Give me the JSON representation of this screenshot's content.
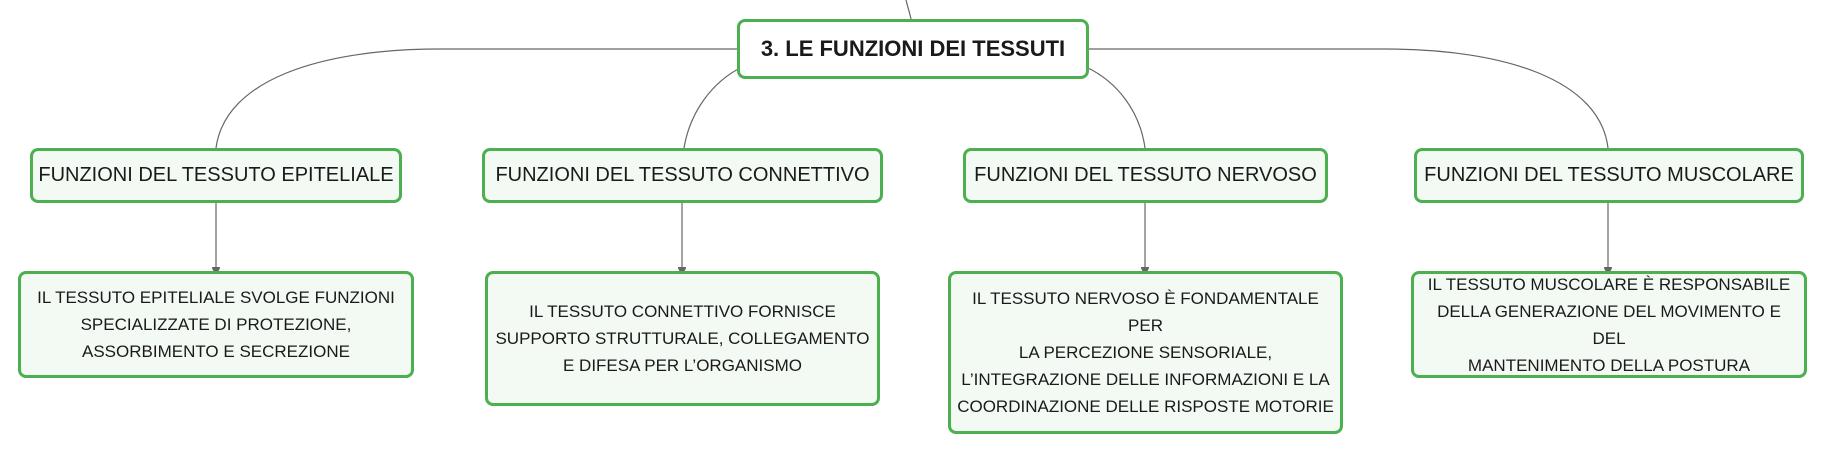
{
  "diagram": {
    "root": {
      "label": "3. LE FUNZIONI DEI TESSUTI"
    },
    "branches": [
      {
        "title": "FUNZIONI DEL TESSUTO EPITELIALE",
        "detail": [
          "IL TESSUTO EPITELIALE SVOLGE FUNZIONI",
          "SPECIALIZZATE DI PROTEZIONE,",
          "ASSORBIMENTO E SECREZIONE"
        ]
      },
      {
        "title": "FUNZIONI DEL TESSUTO CONNETTIVO",
        "detail": [
          "IL TESSUTO CONNETTIVO FORNISCE",
          "SUPPORTO STRUTTURALE, COLLEGAMENTO",
          "E DIFESA PER L’ORGANISMO"
        ]
      },
      {
        "title": "FUNZIONI DEL TESSUTO NERVOSO",
        "detail": [
          "IL TESSUTO NERVOSO È FONDAMENTALE PER",
          "LA PERCEZIONE SENSORIALE,",
          "L’INTEGRAZIONE DELLE INFORMAZIONI E LA",
          "COORDINAZIONE DELLE RISPOSTE MOTORIE"
        ]
      },
      {
        "title": "FUNZIONI DEL TESSUTO MUSCOLARE",
        "detail": [
          "IL TESSUTO MUSCOLARE È RESPONSABILE",
          "DELLA GENERAZIONE DEL MOVIMENTO E DEL",
          "MANTENIMENTO DELLA POSTURA"
        ]
      }
    ],
    "colors": {
      "node_border": "#4caf50",
      "node_fill": "#f3f9f3",
      "connector": "#666666"
    }
  }
}
